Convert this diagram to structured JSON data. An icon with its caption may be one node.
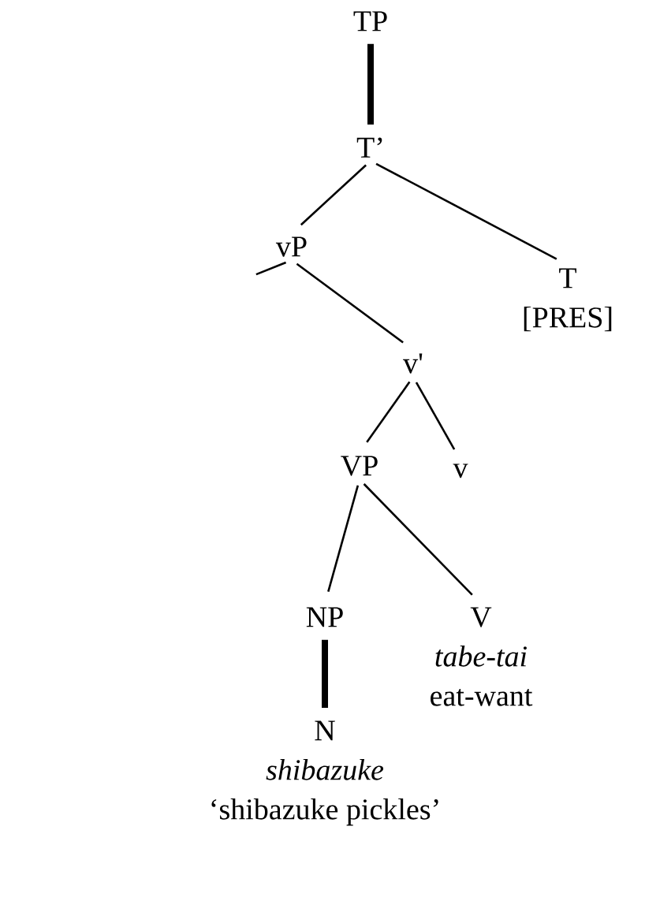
{
  "diagram": {
    "nodes": [
      {
        "text": [
          "TP"
        ]
      },
      {
        "text": [
          "T’"
        ]
      },
      {
        "text": [
          "vP"
        ]
      },
      {
        "text": [
          "T",
          "[PRES]"
        ]
      },
      {
        "text": [
          "v'"
        ]
      },
      {
        "text": [
          "VP"
        ]
      },
      {
        "text": [
          "v"
        ]
      },
      {
        "text": [
          "NP"
        ]
      },
      {
        "text": [
          "V",
          "tabe-tai",
          "eat-want"
        ]
      },
      {
        "text": [
          "N",
          "shibazuke",
          "‘shibazuke pickles’"
        ]
      }
    ],
    "edges": [
      {
        "from": 0,
        "to": 1,
        "arrow": "none",
        "style": "thick"
      },
      {
        "from": 1,
        "to": 2,
        "arrow": "none"
      },
      {
        "from": 1,
        "to": 3,
        "arrow": "none"
      },
      {
        "from": 2,
        "to": null,
        "arrow": "none"
      },
      {
        "from": 2,
        "to": 4,
        "arrow": "none"
      },
      {
        "from": 4,
        "to": 5,
        "arrow": "none"
      },
      {
        "from": 4,
        "to": 6,
        "arrow": "none"
      },
      {
        "from": 5,
        "to": 7,
        "arrow": "none"
      },
      {
        "from": 5,
        "to": 8,
        "arrow": "none"
      },
      {
        "from": 7,
        "to": 9,
        "arrow": "none",
        "style": "thick"
      }
    ]
  }
}
